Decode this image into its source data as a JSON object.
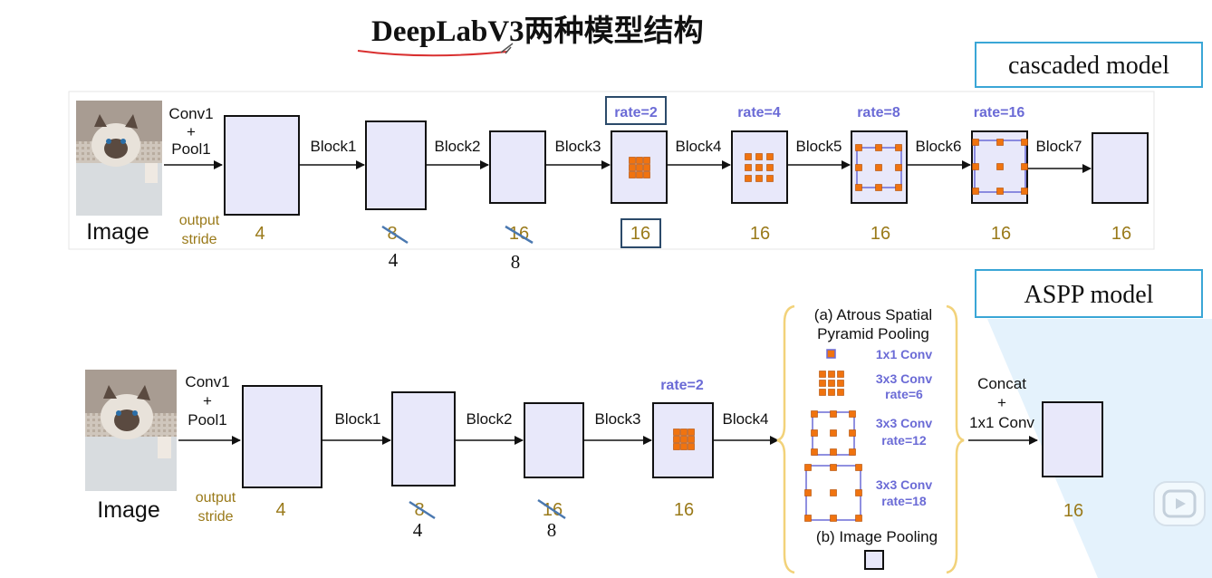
{
  "title": "DeepLabV3两种模型结构",
  "colors": {
    "box_fill": "#e8e8fa",
    "dot": "#f0730f",
    "rate_text": "#6b6bd6",
    "stride_text": "#9a7a1a",
    "label_box_border": "#3aa6d6"
  },
  "cascaded": {
    "model_label": "cascaded model",
    "image_label": "Image",
    "stem_label": [
      "Conv1",
      "+",
      "Pool1"
    ],
    "stride_label": [
      "output",
      "stride"
    ],
    "blocks": [
      "Block1",
      "Block2",
      "Block3",
      "Block4",
      "Block5",
      "Block6",
      "Block7"
    ],
    "rates": [
      "rate=2",
      "rate=4",
      "rate=8",
      "rate=16"
    ],
    "strides": [
      "4",
      "8",
      "16",
      "16",
      "16",
      "16",
      "16",
      "16"
    ],
    "corrected_strides": [
      "4",
      "8"
    ]
  },
  "aspp": {
    "model_label": "ASPP model",
    "image_label": "Image",
    "stem_label": [
      "Conv1",
      "+",
      "Pool1"
    ],
    "stride_label": [
      "output",
      "stride"
    ],
    "blocks": [
      "Block1",
      "Block2",
      "Block3",
      "Block4"
    ],
    "rate": "rate=2",
    "strides": [
      "4",
      "8",
      "16",
      "16"
    ],
    "corrected_strides": [
      "4",
      "8"
    ],
    "module_title": [
      "(a) Atrous Spatial",
      "Pyramid Pooling"
    ],
    "branches": [
      {
        "line1": "1x1 Conv",
        "line2": ""
      },
      {
        "line1": "3x3 Conv",
        "line2": "rate=6"
      },
      {
        "line1": "3x3 Conv",
        "line2": "rate=12"
      },
      {
        "line1": "3x3 Conv",
        "line2": "rate=18"
      }
    ],
    "image_pooling": "(b) Image Pooling",
    "concat_label": [
      "Concat",
      "+",
      "1x1 Conv"
    ],
    "final_stride": "16"
  }
}
